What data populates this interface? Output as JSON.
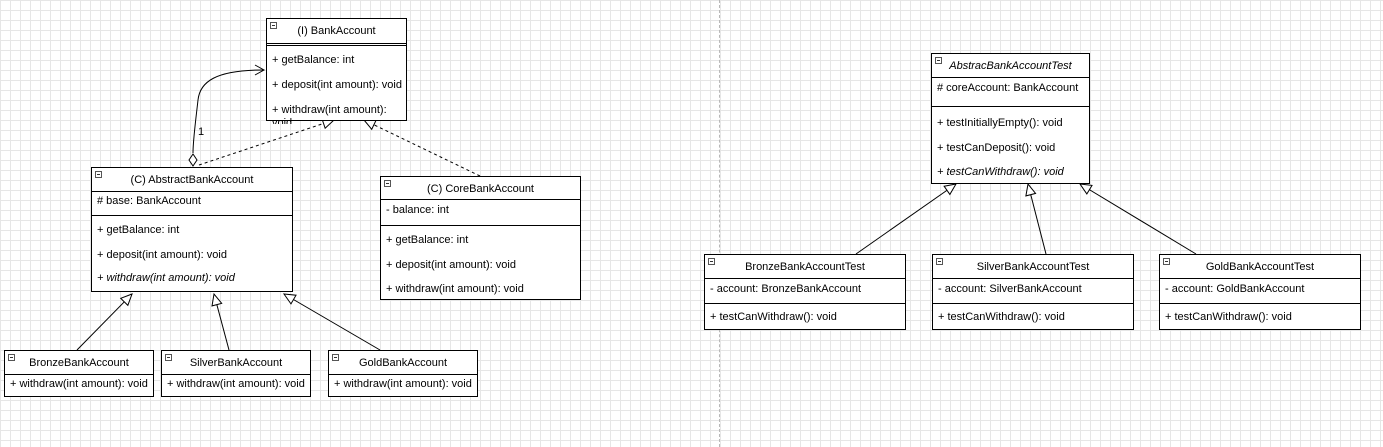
{
  "diagram": {
    "left": {
      "bank_account": {
        "name": "(I) BankAccount",
        "methods": [
          "+ getBalance: int",
          "+ deposit(int amount): void",
          "+ withdraw(int amount): void"
        ]
      },
      "abstract_bank_account": {
        "name": "(C) AbstractBankAccount",
        "attributes": [
          "# base: BankAccount"
        ],
        "methods": [
          "+ getBalance: int",
          "+ deposit(int amount): void",
          "+ withdraw(int amount): void"
        ]
      },
      "core_bank_account": {
        "name": "(C) CoreBankAccount",
        "attributes": [
          "- balance: int"
        ],
        "methods": [
          "+ getBalance: int",
          "+ deposit(int amount): void",
          "+ withdraw(int amount): void"
        ]
      },
      "bronze": {
        "name": "BronzeBankAccount",
        "methods": [
          "+ withdraw(int amount): void"
        ]
      },
      "silver": {
        "name": "SilverBankAccount",
        "methods": [
          "+ withdraw(int amount): void"
        ]
      },
      "gold": {
        "name": "GoldBankAccount",
        "methods": [
          "+ withdraw(int amount): void"
        ]
      },
      "association_multiplicity": "1"
    },
    "right": {
      "abstract_test": {
        "name": "AbstracBankAccountTest",
        "attributes": [
          "# coreAccount: BankAccount"
        ],
        "methods": [
          "+ testInitiallyEmpty(): void",
          "+ testCanDeposit(): void",
          "+ testCanWithdraw(): void"
        ]
      },
      "bronze_test": {
        "name": "BronzeBankAccountTest",
        "attributes": [
          "- account: BronzeBankAccount"
        ],
        "methods": [
          "+ testCanWithdraw(): void"
        ]
      },
      "silver_test": {
        "name": "SilverBankAccountTest",
        "attributes": [
          "- account: SilverBankAccount"
        ],
        "methods": [
          "+ testCanWithdraw(): void"
        ]
      },
      "gold_test": {
        "name": "GoldBankAccountTest",
        "attributes": [
          "- account: GoldBankAccount"
        ],
        "methods": [
          "+ testCanWithdraw(): void"
        ]
      }
    }
  }
}
